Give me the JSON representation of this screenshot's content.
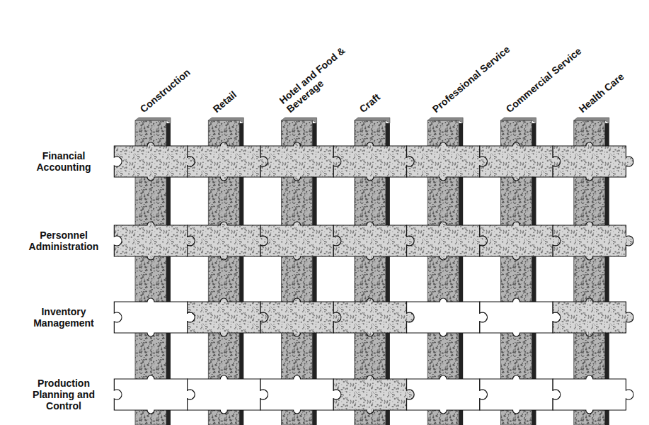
{
  "diagram": {
    "nodes": [
      {
        "text": [
          "Construction"
        ]
      },
      {
        "text": [
          "Retail"
        ]
      },
      {
        "text": [
          "Hotel and Food & Beverage"
        ]
      },
      {
        "text": [
          "Craft"
        ]
      },
      {
        "text": [
          "Professional Service"
        ]
      },
      {
        "text": [
          "Commercial Service"
        ]
      },
      {
        "text": [
          "Health Care"
        ]
      },
      {
        "text": [
          "Financial Accounting"
        ]
      },
      {
        "text": [
          "Personnel Administration"
        ]
      },
      {
        "text": [
          "Inventory Management"
        ]
      },
      {
        "text": [
          "Production Planning and Control"
        ]
      }
    ]
  }
}
